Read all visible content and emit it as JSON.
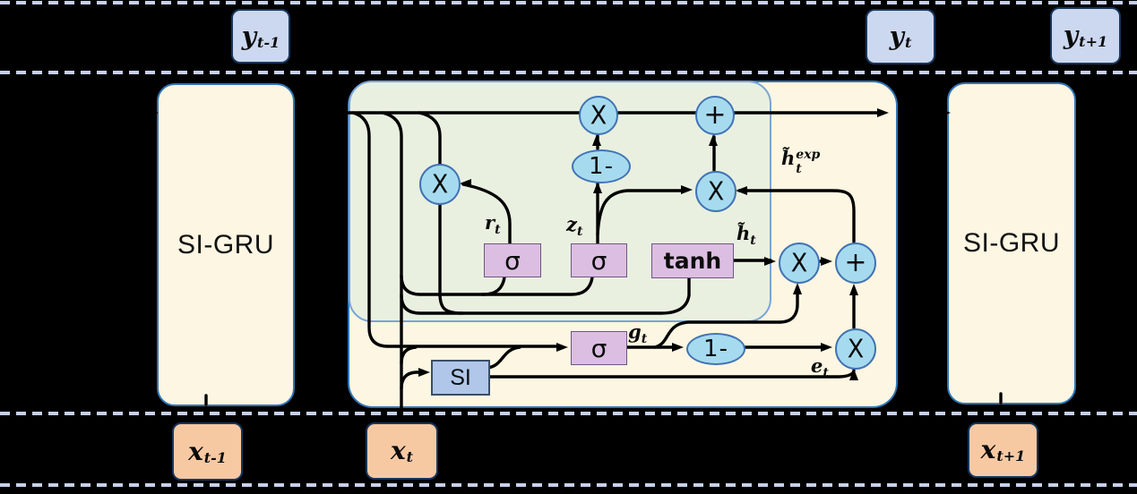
{
  "colors": {
    "background": "#000000",
    "dashed_line": "#c7d0ea",
    "cell_fill": "#fdf6e2",
    "cell_border": "#2e75b6",
    "inner_fill": "#e9f0e0",
    "inner_border": "#78a5d7",
    "gate_fill": "#dcbee2",
    "gate_border": "#6e5680",
    "si_fill": "#b0c7e9",
    "si_border": "#3b4e66",
    "op_fill": "#a6dbef",
    "op_border": "#4173b4",
    "y_fill": "#ccd8ef",
    "y_border": "#17365d",
    "x_fill": "#f7c9a3",
    "x_border": "#17365d",
    "line": "#000000"
  },
  "cells": {
    "left": {
      "label": "SI-GRU"
    },
    "right": {
      "label": "SI-GRU"
    }
  },
  "io_boxes": [
    {
      "id": "y-prev",
      "base": "y",
      "sub": "t-1"
    },
    {
      "id": "y-curr",
      "base": "y",
      "sub": "t"
    },
    {
      "id": "y-next",
      "base": "y",
      "sub": "t+1"
    },
    {
      "id": "x-prev",
      "base": "x",
      "sub": "t-1"
    },
    {
      "id": "x-curr",
      "base": "x",
      "sub": "t"
    },
    {
      "id": "x-next",
      "base": "x",
      "sub": "t+1"
    }
  ],
  "gates": [
    {
      "id": "sigma-r",
      "label": "σ",
      "style": "purple",
      "cls": "g-sigma"
    },
    {
      "id": "sigma-z",
      "label": "σ",
      "style": "purple",
      "cls": "g-sigma"
    },
    {
      "id": "tanh",
      "label": "tanh",
      "style": "purple",
      "cls": "g-tanh"
    },
    {
      "id": "sigma-g",
      "label": "σ",
      "style": "purple",
      "cls": "g-sigma"
    },
    {
      "id": "si",
      "label": "SI",
      "style": "blue",
      "cls": "g-si"
    }
  ],
  "operators": [
    {
      "id": "mult-reset",
      "label": "X",
      "cls": "x"
    },
    {
      "id": "mult-hidden",
      "label": "X",
      "cls": "x"
    },
    {
      "id": "add-hidden",
      "label": "+",
      "cls": "p"
    },
    {
      "id": "one-minus-z",
      "label": "1-",
      "cls": "om"
    },
    {
      "id": "mult-update",
      "label": "X",
      "cls": "x"
    },
    {
      "id": "mult-candidate",
      "label": "X",
      "cls": "x"
    },
    {
      "id": "add-candidate",
      "label": "+",
      "cls": "p"
    },
    {
      "id": "one-minus-g",
      "label": "1-",
      "cls": "om"
    },
    {
      "id": "mult-si",
      "label": "X",
      "cls": "x"
    }
  ],
  "signal_labels": [
    {
      "id": "r-t",
      "base": "r",
      "sub": "t"
    },
    {
      "id": "z-t",
      "base": "z",
      "sub": "t"
    },
    {
      "id": "h-tilde-t",
      "base": "h̃",
      "sub": "t"
    },
    {
      "id": "h-tilde-exp-t",
      "base": "h̃",
      "sup": "exp",
      "sub": "t"
    },
    {
      "id": "g-t",
      "base": "g",
      "sub": "t"
    },
    {
      "id": "e-t",
      "base": "e",
      "sub": "t"
    }
  ]
}
